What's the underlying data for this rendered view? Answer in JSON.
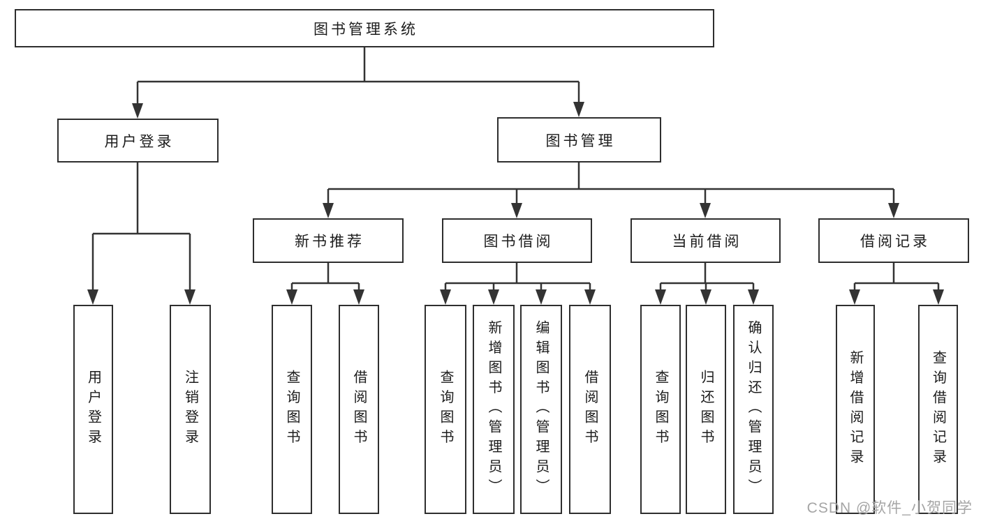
{
  "diagram": {
    "title_node": "图书管理系统",
    "branches": [
      {
        "label": "用户登录",
        "children": [
          "用户登录",
          "注销登录"
        ]
      },
      {
        "label": "图书管理",
        "sections": [
          {
            "label": "新书推荐",
            "children": [
              "查询图书",
              "借阅图书"
            ]
          },
          {
            "label": "图书借阅",
            "children": [
              "查询图书",
              "新增图书（管理员）",
              "编辑图书（管理员）",
              "借阅图书"
            ]
          },
          {
            "label": "当前借阅",
            "children": [
              "查询图书",
              "归还图书",
              "确认归还（管理员）"
            ]
          },
          {
            "label": "借阅记录",
            "children": [
              "新增借阅记录",
              "查询借阅记录"
            ]
          }
        ]
      }
    ]
  },
  "watermark": {
    "text": "CSDN @软件_小贺同学"
  },
  "colors": {
    "line": "#333333",
    "box_border": "#2e2e2e",
    "text": "#1c1c1c",
    "watermark": "#a5a5a5",
    "background": "#ffffff"
  }
}
